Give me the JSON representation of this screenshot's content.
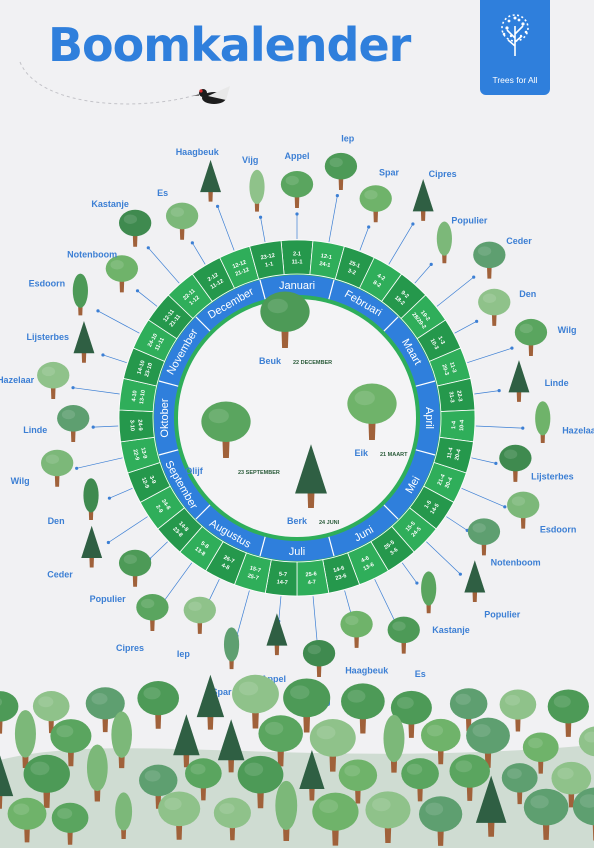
{
  "title": "Boomkalender",
  "logo": {
    "text": "Trees for All",
    "icon": "tree-logo-icon"
  },
  "colors": {
    "accent": "#2f7fdc",
    "ring_green": "#2fae5a",
    "ring_green_dark": "#25984c",
    "ring_blue": "#2f7fdc",
    "label_blue": "#3c7fd4",
    "background": "#f1f1f3"
  },
  "months": [
    "Januari",
    "Februari",
    "Maart",
    "April",
    "Mei",
    "Juni",
    "Juli",
    "Augustus",
    "September",
    "Oktober",
    "November",
    "December"
  ],
  "date_segments": [
    [
      "2-1",
      "11-1"
    ],
    [
      "12-1",
      "24-1"
    ],
    [
      "25-1",
      "3-2"
    ],
    [
      "4-2",
      "8-2"
    ],
    [
      "9-2",
      "18-2"
    ],
    [
      "19-2",
      "28/29-2"
    ],
    [
      "1-3",
      "10-3"
    ],
    [
      "11-3",
      "20-3"
    ],
    [
      "22-3",
      "31-3"
    ],
    [
      "1-4",
      "10-4"
    ],
    [
      "11-4",
      "20-4"
    ],
    [
      "21-4",
      "30-4"
    ],
    [
      "1-5",
      "14-5"
    ],
    [
      "15-5",
      "24-5"
    ],
    [
      "25-5",
      "3-6"
    ],
    [
      "4-6",
      "13-6"
    ],
    [
      "14-6",
      "23-6"
    ],
    [
      "25-6",
      "4-7"
    ],
    [
      "5-7",
      "14-7"
    ],
    [
      "15-7",
      "25-7"
    ],
    [
      "26-7",
      "4-8"
    ],
    [
      "5-8",
      "13-8"
    ],
    [
      "14-8",
      "23-8"
    ],
    [
      "24-8",
      "2-9"
    ],
    [
      "3-9",
      "12-9"
    ],
    [
      "13-9",
      "22-9"
    ],
    [
      "24-9",
      "3-10"
    ],
    [
      "4-10",
      "13-10"
    ],
    [
      "14-10",
      "23-10"
    ],
    [
      "24-10",
      "11-11"
    ],
    [
      "12-11",
      "21-11"
    ],
    [
      "22-11",
      "1-12"
    ],
    [
      "2-12",
      "11-12"
    ],
    [
      "12-12",
      "21-12"
    ],
    [
      "23-12",
      "1-1"
    ]
  ],
  "outer_trees": [
    "Appel",
    "Iep",
    "Spar",
    "Cipres",
    "Populier",
    "Ceder",
    "Den",
    "Wilg",
    "Linde",
    "Hazelaar",
    "Lijsterbes",
    "Esdoorn",
    "Notenboom",
    "Populier",
    "Kastanje",
    "Es",
    "Haagbeuk",
    "Vijg",
    "Appel",
    "Spar",
    "Iep",
    "Cipres",
    "Populier",
    "Ceder",
    "Den",
    "Wilg",
    "Linde",
    "Hazelaar",
    "Lijsterbes",
    "Esdoorn",
    "Notenboom",
    "Kastanje",
    "Es",
    "Haagbeuk",
    "Vijg"
  ],
  "center_trees": [
    {
      "name": "Beuk",
      "date": "22 DECEMBER"
    },
    {
      "name": "Eik",
      "date": "21 MAART"
    },
    {
      "name": "Berk",
      "date": "24 JUNI"
    },
    {
      "name": "Olijf",
      "date": "23 SEPTEMBER"
    }
  ]
}
